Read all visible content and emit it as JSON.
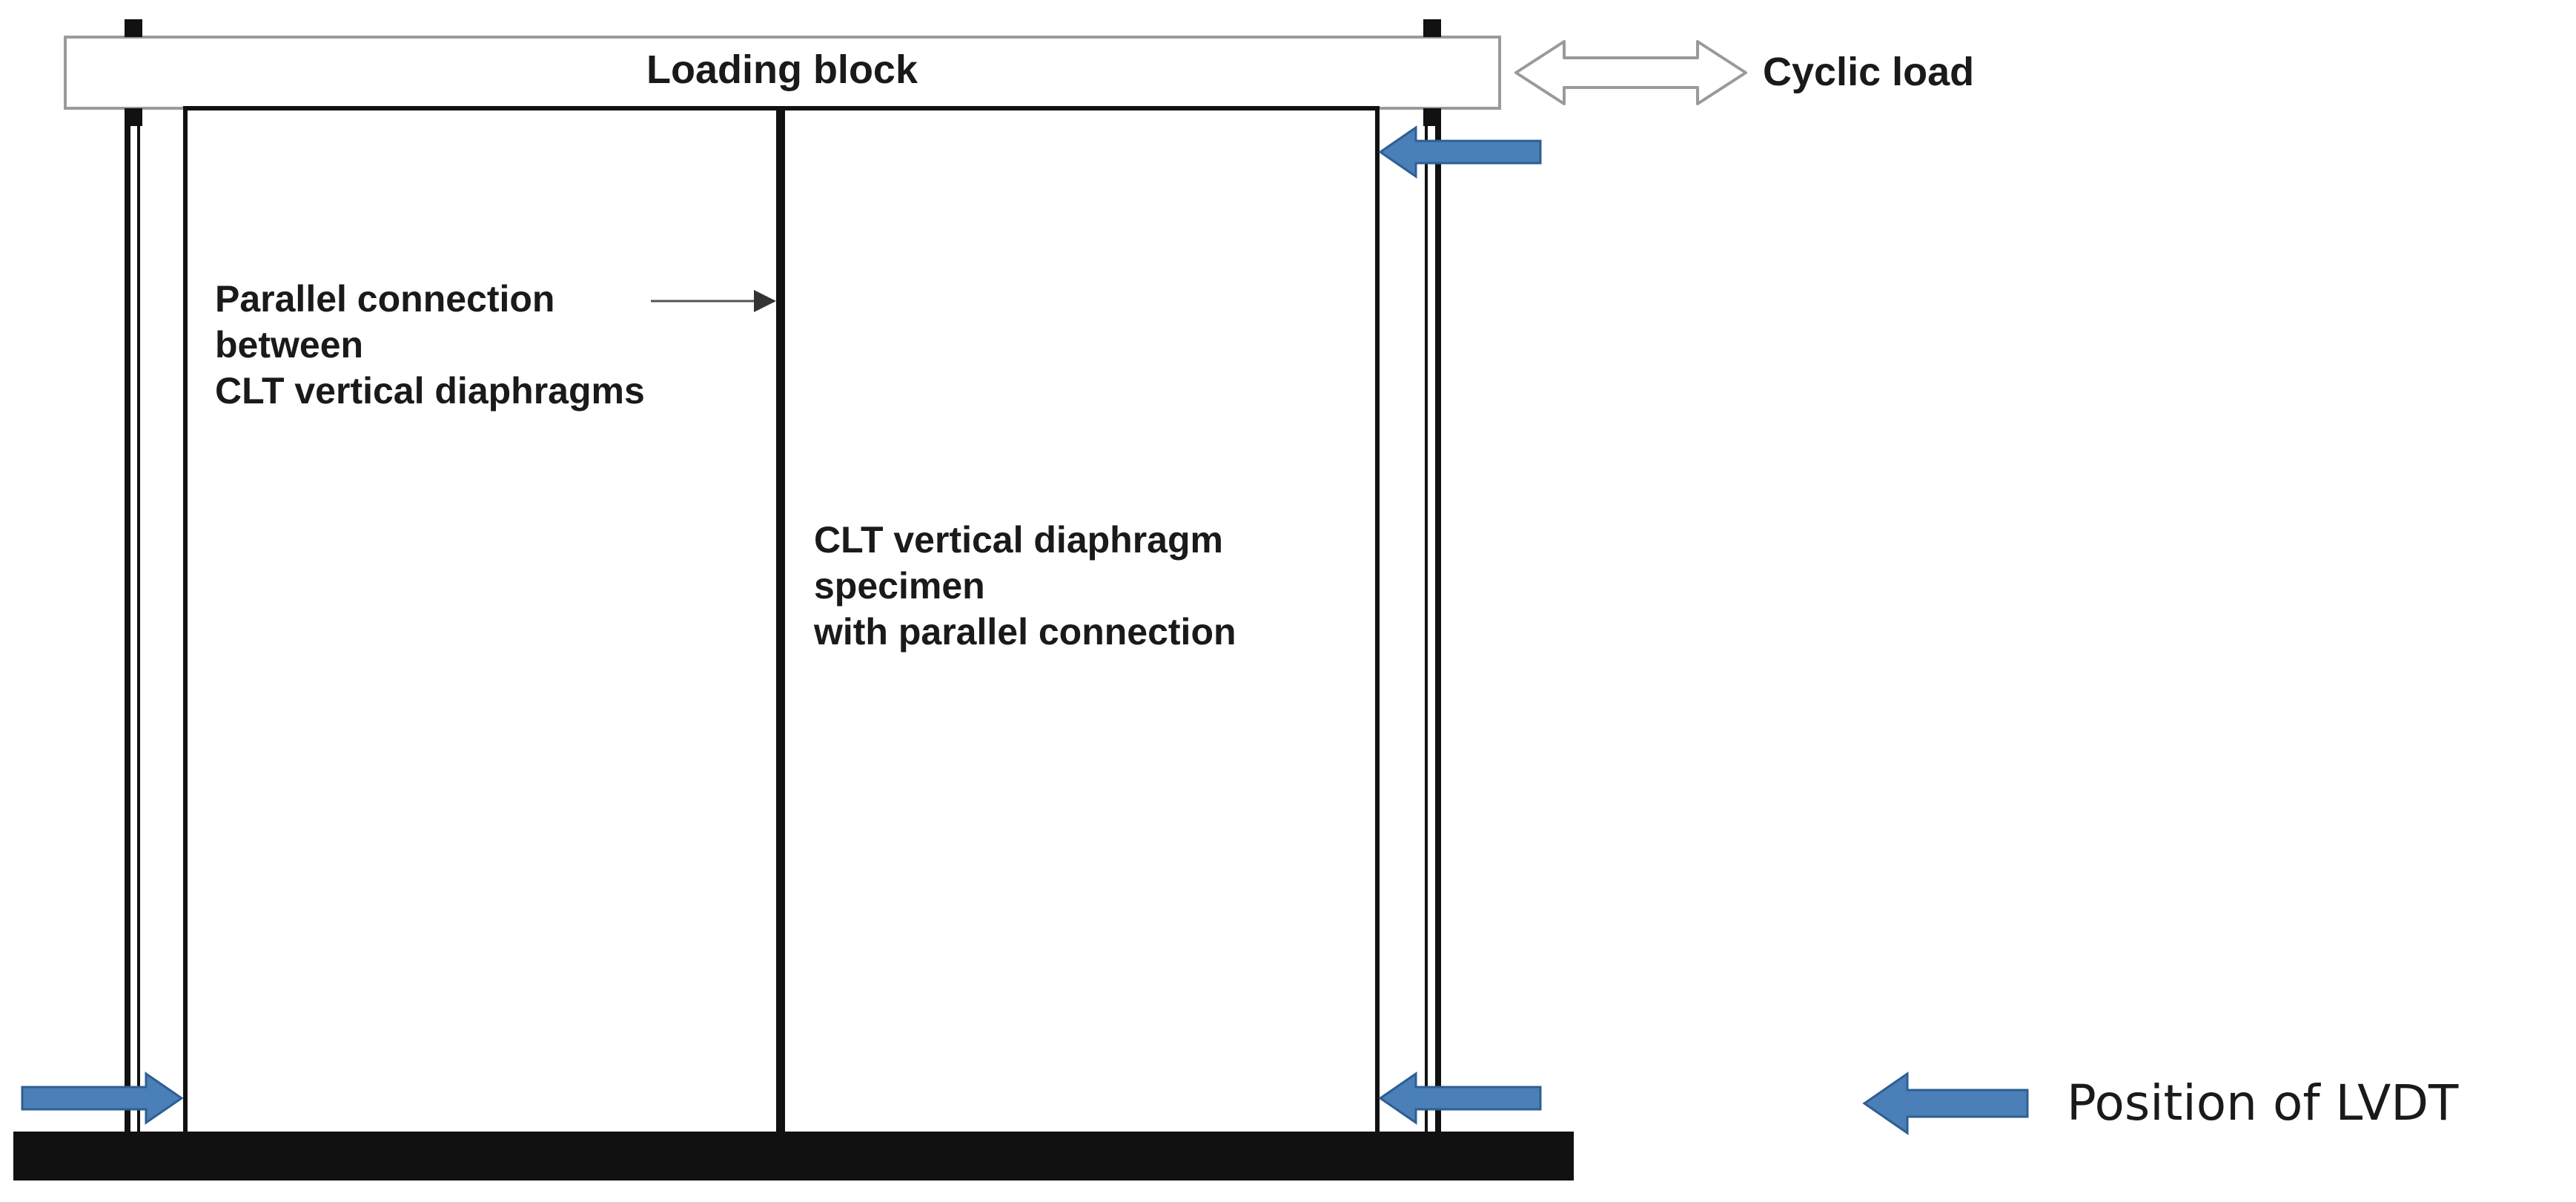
{
  "labels": {
    "loading_block": "Loading block",
    "cyclic_load": "Cyclic load",
    "parallel_connection": [
      "Parallel connection",
      "between",
      "CLT vertical diaphragms"
    ],
    "specimen": [
      "CLT vertical diaphragm",
      "specimen",
      "with parallel connection"
    ],
    "legend_lvdt": "Position of LVDT"
  },
  "colors": {
    "lvdt_arrow_fill": "#4a7fb8",
    "lvdt_arrow_stroke": "#2e5f92",
    "line": "#111111",
    "base": "#111111"
  }
}
